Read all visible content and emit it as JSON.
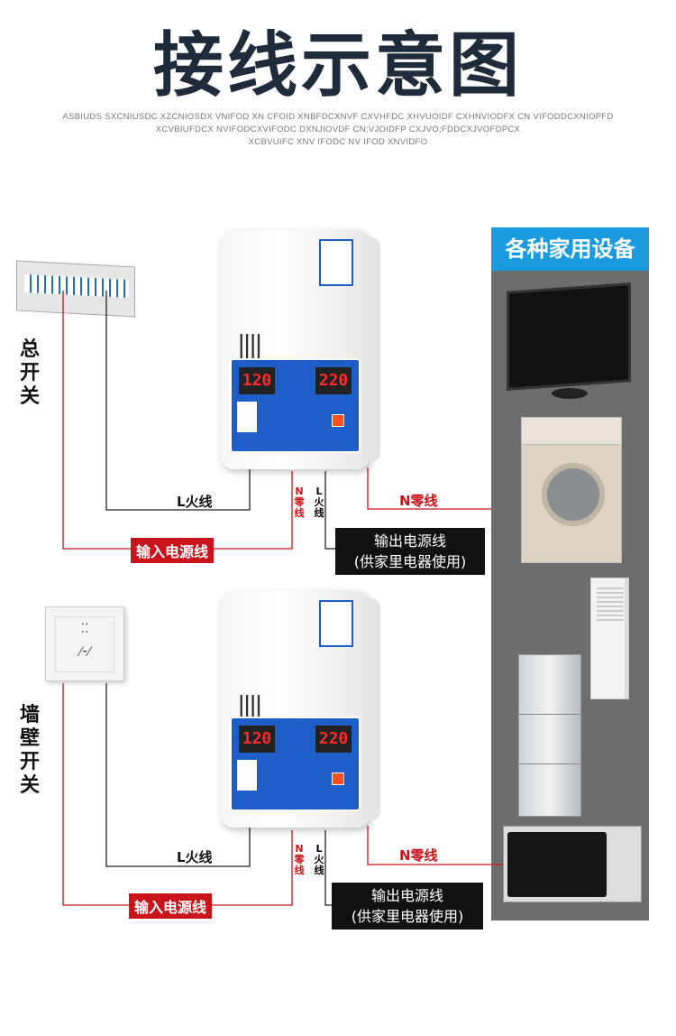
{
  "title": "接线示意图",
  "subtitle": [
    "ASBIUDS SXCNIUSDC XZCNIOSDX VNIFOD XN CFOID XNBFDCXNVF CXVHFDC XHVUOIDF CXHNVIODFX CN VIFODDCXNIOPFD",
    "XCVBIUFDCX NVIFODCXVIFODC DXNJIOVDF CN;VJOIDFP CXJVO;FDDCXJVOFDPCX",
    "XCBVUIFC XNV IFODC NV IFOD XNVIDFO"
  ],
  "panel": {
    "title": "各种家用设备"
  },
  "colors": {
    "accent": "#1a9be0",
    "live": "#222222",
    "neutral": "#c8141a"
  },
  "sections": [
    {
      "source_label": "总开关",
      "live_label": "L火线",
      "input_label": "输入电源线",
      "n_vertical": "N零线",
      "l_vertical": "L火线",
      "output_label_1": "输出电源线",
      "output_label_2": "(供家里电器使用)",
      "n_out_label": "N零线",
      "display_in": "120",
      "display_out": "220"
    },
    {
      "source_label": "墙壁开关",
      "live_label": "L火线",
      "input_label": "输入电源线",
      "n_vertical": "N零线",
      "l_vertical": "L火线",
      "output_label_1": "输出电源线",
      "output_label_2": "(供家里电器使用)",
      "n_out_label": "N零线",
      "display_in": "120",
      "display_out": "220"
    }
  ]
}
